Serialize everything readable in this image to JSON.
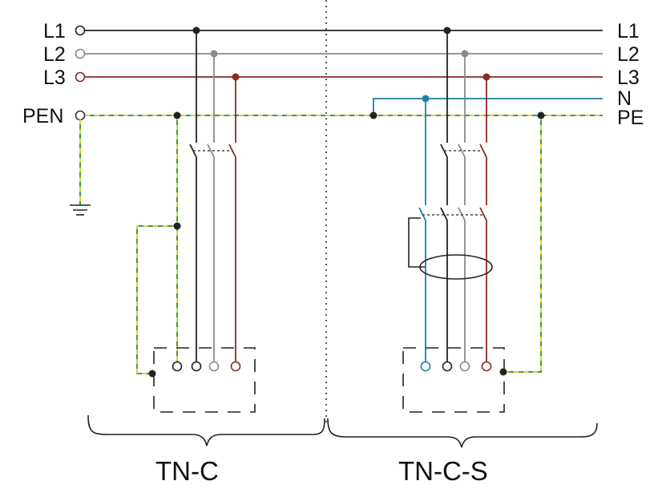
{
  "labels": {
    "left": {
      "l1": "L1",
      "l2": "L2",
      "l3": "L3",
      "pen": "PEN"
    },
    "right": {
      "l1": "L1",
      "l2": "L2",
      "l3": "L3",
      "n": "N",
      "pe": "PE"
    },
    "system_left": "TN-C",
    "system_right": "TN-C-S"
  },
  "colors": {
    "l1": "#222222",
    "l2": "#8a8a8a",
    "l3": "#8b2a2a",
    "neutral": "#1f7fa6",
    "pe_green": "#2c8c3c",
    "pe_yellow": "#e6dc2c",
    "black": "#222222"
  }
}
